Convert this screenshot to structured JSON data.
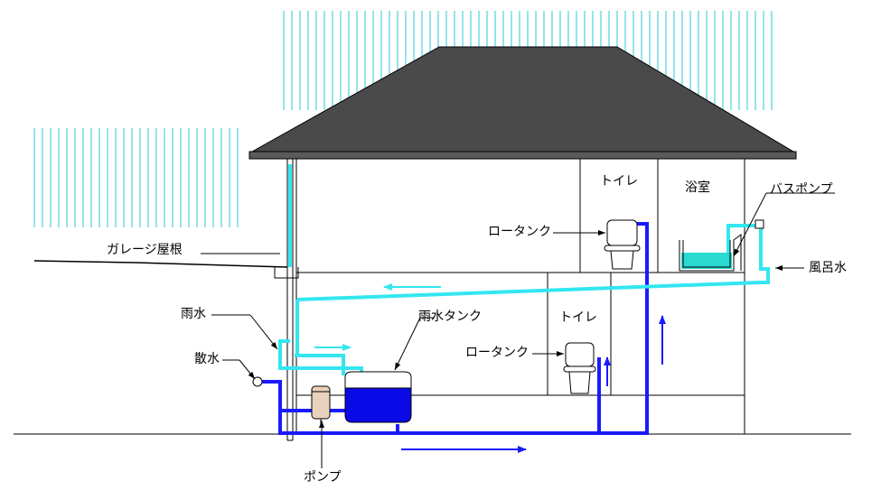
{
  "labels": {
    "garage_roof": "ガレージ屋根",
    "rainwater": "雨水",
    "sprinkle": "散水",
    "rain_tank": "雨水タンク",
    "pump": "ポンプ",
    "low_tank_upper": "ロータンク",
    "low_tank_lower": "ロータンク",
    "toilet_upper": "トイレ",
    "toilet_lower": "トイレ",
    "bathroom": "浴室",
    "bath_pump": "バスポンプ",
    "bath_water": "風呂水"
  },
  "colors": {
    "rain": "#29c9d4",
    "rain_pipe": "#33e6f0",
    "supply_pipe": "#1a1aff",
    "tank_water": "#0a0ae6",
    "bath_water": "#2ad9cf",
    "roof": "#4a4a4a",
    "pump_body": "#e8d2bd",
    "line": "#000000"
  },
  "icons": {
    "flow_arrow": "arrow-icon",
    "toilet": "toilet-icon",
    "pump": "pump-icon",
    "tank": "tank-icon",
    "faucet": "faucet-icon"
  }
}
